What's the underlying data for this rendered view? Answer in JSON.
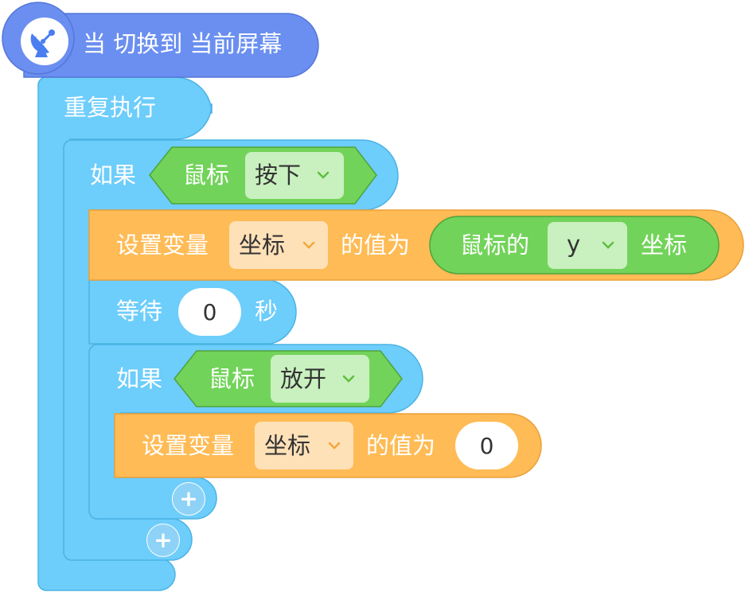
{
  "colors": {
    "event_blue": "#6a8ff0",
    "control_blue": "#6dcdfb",
    "control_edge": "#4bb3e3",
    "variable_orange": "#ffbb55",
    "variable_edge": "#eaa03a",
    "sensing_green": "#72d35a",
    "sensing_edge": "#4fa33a",
    "dropdown_green": "#c9f0bf",
    "dropdown_orange": "#ffe1b8"
  },
  "event_block": {
    "icon": "satellite-dish-icon",
    "label": "当 切换到 当前屏幕"
  },
  "forever_block": {
    "label": "重复执行"
  },
  "if_pressed": {
    "label": "如果",
    "condition_label": "鼠标",
    "condition_value": "按下"
  },
  "set_var_y": {
    "label": "设置变量",
    "variable": "坐标",
    "value_label": "的值为",
    "reporter_label": "鼠标的",
    "reporter_axis": "y",
    "reporter_suffix": "坐标"
  },
  "wait_block": {
    "label": "等待",
    "value": "0",
    "unit": "秒"
  },
  "if_released": {
    "label": "如果",
    "condition_label": "鼠标",
    "condition_value": "放开"
  },
  "set_var_zero": {
    "label": "设置变量",
    "variable": "坐标",
    "value_label": "的值为",
    "value": "0"
  },
  "add_buttons": {
    "inner": "+",
    "outer": "+"
  }
}
